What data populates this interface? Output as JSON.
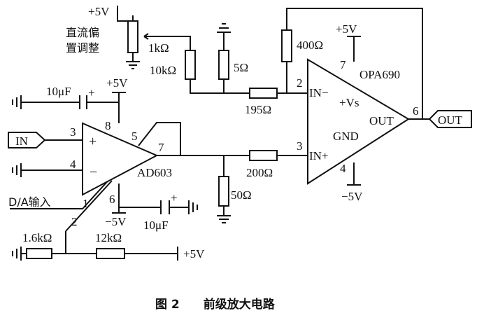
{
  "supply": {
    "pos5v_top": "+5V",
    "pos5v_ad603": "+5V",
    "neg5v_ad603": "−5V",
    "pos5v_opa": "+5V",
    "neg5v_opa": "−5V",
    "pos5v_bottom": "+5V"
  },
  "bias_label": [
    "直流偏",
    "置调整"
  ],
  "resistors": {
    "pot": "1kΩ",
    "r10k": "10kΩ",
    "r5": "5Ω",
    "r400": "400Ω",
    "r195": "195Ω",
    "r200": "200Ω",
    "r50": "50Ω",
    "r1k6": "1.6kΩ",
    "r12k": "12kΩ"
  },
  "capacitors": {
    "c_top": "10μF",
    "c_bottom": "10μF",
    "plus": "+"
  },
  "ports": {
    "in": "IN",
    "out": "OUT"
  },
  "ad603": {
    "name": "AD603",
    "plus": "+",
    "minus": "−",
    "pins": {
      "p3": "3",
      "p4": "4",
      "p8": "8",
      "p5": "5",
      "p7": "7",
      "p6": "6",
      "p1": "1",
      "p2": "2"
    }
  },
  "da_label": "D/A输入",
  "opa690": {
    "name": "OPA690",
    "in_minus": "IN−",
    "in_plus": "IN+",
    "vs": "+Vs",
    "out": "OUT",
    "gnd": "GND",
    "pins": {
      "p2": "2",
      "p3": "3",
      "p7": "7",
      "p4": "4",
      "p6": "6"
    }
  },
  "caption": "图 2　　前级放大电路"
}
